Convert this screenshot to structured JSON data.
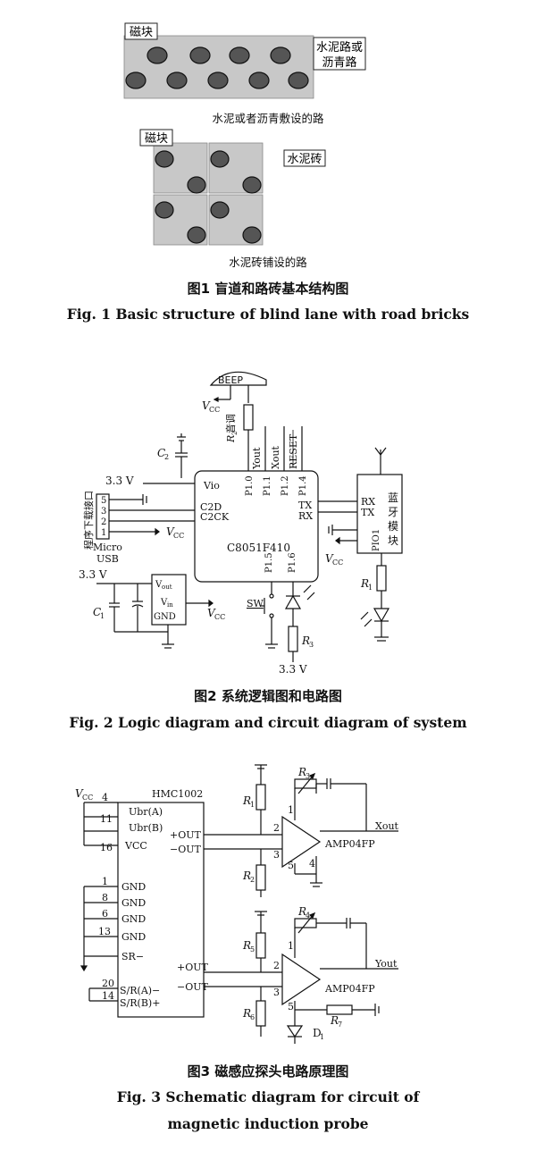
{
  "fig1": {
    "label_block_top": "磁块",
    "label_road_line1": "水泥路或",
    "label_road_line2": "沥青路",
    "sub1": "水泥或者沥青敷设的路",
    "label_block_bottom": "磁块",
    "label_brick": "水泥砖",
    "sub2": "水泥砖铺设的路",
    "caption_cn": "图1  盲道和路砖基本结构图",
    "caption_en": "Fig. 1  Basic structure of blind lane with road bricks"
  },
  "fig2": {
    "beep": "BEEP",
    "vcc": "V",
    "vcc_sub": "CC",
    "r2": "R",
    "r2_sub": "2",
    "r2_cn": "音调",
    "c2": "C",
    "c2_sub": "2",
    "v33": "3.3  V",
    "usb_cn": "程序下载接口",
    "pins": [
      "5",
      "3",
      "2",
      "1"
    ],
    "micro": "Micro",
    "usb": "USB",
    "vio": "Vio",
    "c2d": "C2D",
    "c2ck": "C2CK",
    "mcu": "C8051F410",
    "p10": "P1.0",
    "p11": "P1.1",
    "p12": "P1.2",
    "p14": "P1.4",
    "yout": "Yout",
    "xout": "Xout",
    "reset": "RESET",
    "tx": "TX",
    "rx": "RX",
    "p15": "P1.5",
    "p16": "P1.6",
    "rx2": "RX",
    "tx2": "TX",
    "bt_cn": [
      "蓝",
      "牙",
      "模",
      "块"
    ],
    "pio1": "PIO1",
    "r1": "R",
    "r1_sub": "1",
    "c1": "C",
    "c1_sub": "1",
    "vout": "V",
    "vout_sub": "out",
    "vin": "V",
    "vin_sub": "in",
    "gnd": "GND",
    "sw": "SW",
    "r3": "R",
    "r3_sub": "3",
    "v33_b": "3.3  V",
    "v33_c": "3.3  V",
    "caption_cn": "图2  系统逻辑图和电路图",
    "caption_en": "Fig. 2  Logic diagram and circuit diagram of system"
  },
  "fig3": {
    "chip": "HMC1002",
    "vcc": "V",
    "vcc_sub": "CC",
    "left_pins_top": [
      "4",
      "11",
      "16"
    ],
    "ubra": "Ubr(A)",
    "ubrb": "Ubr(B)",
    "vcc_pin": "VCC",
    "out_p": "+OUT",
    "out_n": "−OUT",
    "gnd_pins": [
      "1",
      "8",
      "6",
      "13"
    ],
    "gnd": "GND",
    "sr": "SR−",
    "srpins": [
      "20",
      "14"
    ],
    "sra": "S/R(A)−",
    "srb": "S/R(B)+",
    "out_p2": "+OUT",
    "out_n2": "−OUT",
    "r1": "R",
    "r1_sub": "1",
    "r2": "R",
    "r2_sub": "2",
    "r3": "R",
    "r3_sub": "3",
    "r4": "R",
    "r4_sub": "4",
    "r5": "R",
    "r5_sub": "5",
    "r6": "R",
    "r6_sub": "6",
    "r7": "R",
    "r7_sub": "7",
    "amp": "AMP04FP",
    "amp2": "AMP04FP",
    "xout": "Xout",
    "yout": "Yout",
    "d1": "D",
    "d1_sub": "1",
    "amp_pins_a": [
      "1",
      "2",
      "3",
      "5",
      "4"
    ],
    "amp_pins_b": [
      "1",
      "2",
      "3",
      "5"
    ],
    "caption_cn": "图3  磁感应探头电路原理图",
    "caption_en1": "Fig. 3  Schematic diagram for circuit of",
    "caption_en2": "magnetic induction probe"
  }
}
